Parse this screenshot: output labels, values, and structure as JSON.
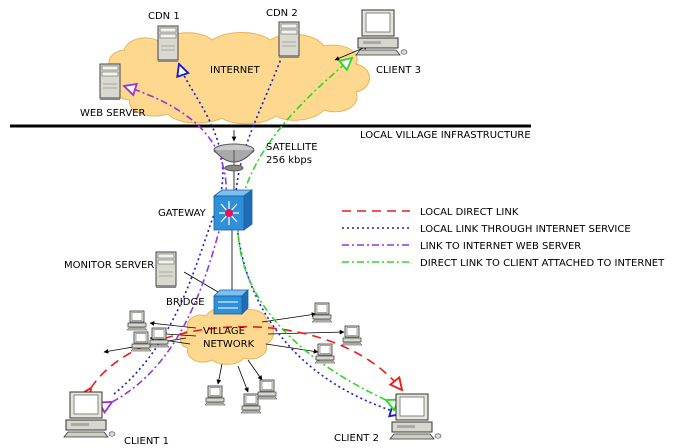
{
  "labels": {
    "cdn1": "CDN 1",
    "cdn2": "CDN 2",
    "client3": "CLIENT 3",
    "internet": "INTERNET",
    "web_server": "WEB SERVER",
    "infrastructure": "LOCAL VILLAGE INFRASTRUCTURE",
    "satellite": "SATELLITE",
    "satellite_speed": "256 kbps",
    "gateway": "GATEWAY",
    "monitor_server": "MONITOR SERVER",
    "bridge": "BRIDGE",
    "village_line1": "VILLAGE",
    "village_line2": "NETWORK",
    "client1": "CLIENT 1",
    "client2": "CLIENT 2"
  },
  "legend": [
    {
      "label": "LOCAL DIRECT LINK",
      "color": "#ee1c1c",
      "style": "dashed"
    },
    {
      "label": "LOCAL LINK THROUGH INTERNET SERVICE",
      "color": "#1a1ac8",
      "style": "dotted"
    },
    {
      "label": "LINK TO INTERNET WEB SERVER",
      "color": "#9a34d6",
      "style": "dash-dot"
    },
    {
      "label": "DIRECT LINK TO CLIENT ATTACHED TO INTERNET",
      "color": "#2fd62f",
      "style": "dash-dot"
    }
  ],
  "colors": {
    "cloud_fill": "#fdd88e",
    "switch_blue": "#2f8fd8"
  }
}
